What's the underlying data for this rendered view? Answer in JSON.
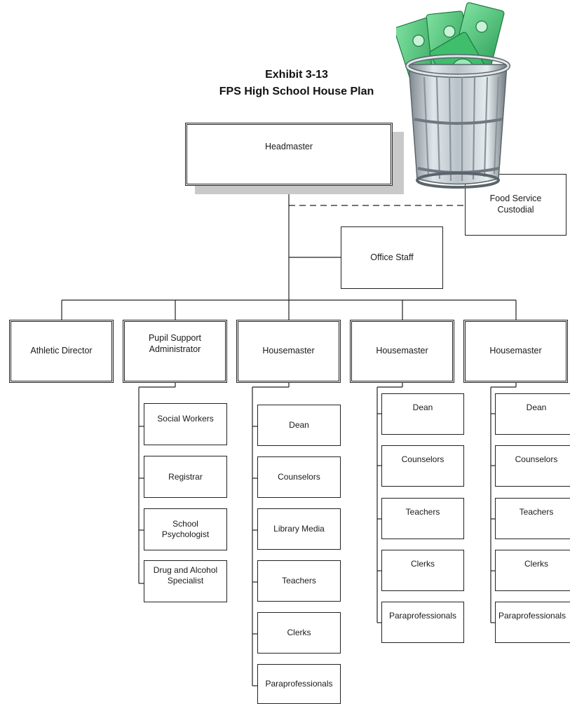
{
  "exhibit": {
    "title_line1": "Exhibit 3-13",
    "title_line2": "FPS High School House Plan"
  },
  "chart": {
    "headmaster": "Headmaster",
    "food_service": "Food Service\nCustodial",
    "office_staff": "Office Staff",
    "athletic_director": "Athletic Director",
    "pupil_support": "Pupil Support\nAdministrator",
    "housemaster_1": "Housemaster",
    "housemaster_2": "Housemaster",
    "housemaster_3": "Housemaster",
    "pupil_support_items": [
      "Social Workers",
      "Registrar",
      "School\nPsychologist",
      "Drug and Alcohol\nSpecialist"
    ],
    "house1_items": [
      "Dean",
      "Counselors",
      "Library Media",
      "Teachers",
      "Clerks",
      "Paraprofessionals"
    ],
    "house2_items": [
      "Dean",
      "Counselors",
      "Teachers",
      "Clerks",
      "Paraprofessionals"
    ],
    "house3_items": [
      "Dean",
      "Counselors",
      "Teachers",
      "Clerks",
      "Paraprofessionals"
    ]
  },
  "image": {
    "icon": "trash-can-with-money-icon",
    "colors": {
      "money_green": "#4ccf7a",
      "money_dark": "#2a9e55",
      "can_gray": "#b8c2c8",
      "can_dark": "#7c878d"
    }
  }
}
